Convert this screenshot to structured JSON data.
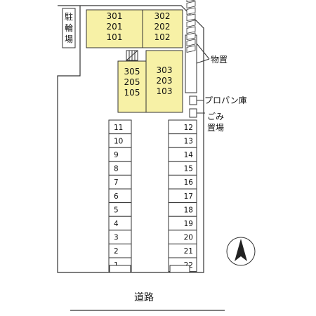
{
  "map": {
    "bicycle_parking": "駐輪場",
    "storage": "物置",
    "propane": "プロパン庫",
    "garbage": "ごみ置場",
    "road": "道路"
  },
  "buildings": {
    "a": [
      "301",
      "201",
      "101"
    ],
    "b": [
      "302",
      "202",
      "102"
    ],
    "c": [
      "305",
      "205",
      "105"
    ],
    "d": [
      "303",
      "203",
      "103"
    ]
  },
  "parking": {
    "left": [
      "11",
      "10",
      "9",
      "8",
      "7",
      "6",
      "5",
      "4",
      "3",
      "2",
      "1"
    ],
    "right": [
      "12",
      "13",
      "14",
      "15",
      "16",
      "17",
      "18",
      "19",
      "20",
      "21",
      "22"
    ]
  },
  "compass": {
    "label": "N"
  },
  "colors": {
    "building": "#f7f1a6",
    "outline": "#333333"
  }
}
